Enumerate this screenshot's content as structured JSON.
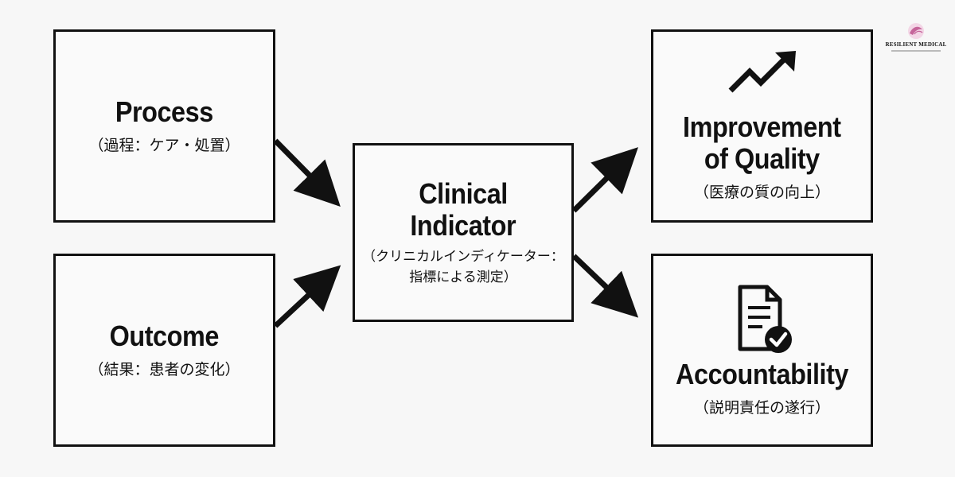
{
  "logo": {
    "text": "RESILIENT MEDICAL",
    "accent_color": "#c5659a"
  },
  "nodes": {
    "process": {
      "title": "Process",
      "subtitle": "（過程：ケア・処置）"
    },
    "outcome": {
      "title": "Outcome",
      "subtitle": "（結果：患者の変化）"
    },
    "clinical_indicator": {
      "title_line1": "Clinical",
      "title_line2": "Indicator",
      "subtitle_line1": "（クリニカルインディケーター：",
      "subtitle_line2": "指標による測定）"
    },
    "improvement": {
      "title_line1": "Improvement",
      "title_line2": "of Quality",
      "subtitle": "（医療の質の向上）",
      "icon": "trend-up-arrow-icon"
    },
    "accountability": {
      "title": "Accountability",
      "subtitle": "（説明責任の遂行）",
      "icon": "document-check-icon"
    }
  },
  "edges": [
    {
      "from": "Process",
      "to": "Clinical Indicator"
    },
    {
      "from": "Outcome",
      "to": "Clinical Indicator"
    },
    {
      "from": "Clinical Indicator",
      "to": "Improvement of Quality"
    },
    {
      "from": "Clinical Indicator",
      "to": "Accountability"
    }
  ]
}
